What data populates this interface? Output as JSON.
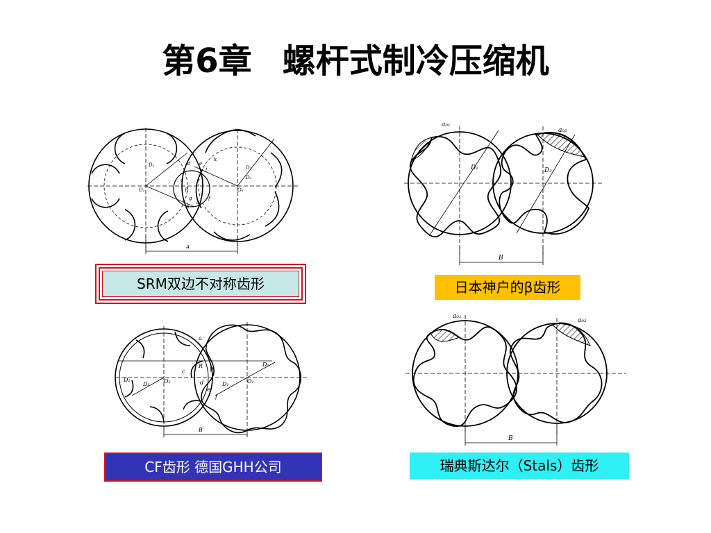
{
  "slide": {
    "title_chapter": "第6章",
    "title_topic": "螺杆式制冷压缩机"
  },
  "figures": [
    {
      "caption": "SRM双边不对称齿形",
      "caption_bg": "#c6e8e8",
      "caption_border": "#d0121b",
      "labels": [
        "D₂",
        "O₂",
        "d",
        "e",
        "j",
        "k",
        "c",
        "R",
        "g",
        "a",
        "f",
        "b",
        "D₁",
        "D₀",
        "O₁",
        "A"
      ]
    },
    {
      "caption": "日本神户的β齿形",
      "caption_bg": "#ffc000",
      "labels": [
        "a₀₁",
        "a₀₂",
        "D₁",
        "D₂",
        "B"
      ]
    },
    {
      "caption": "CF齿形  德国GHH公司",
      "caption_bg": "#3333b5",
      "caption_color": "#ffffff",
      "labels": [
        "a",
        "R",
        "p",
        "c",
        "D₂",
        "D₂",
        "O₂",
        "d",
        "e",
        "f",
        "D₁",
        "D₁",
        "O₁",
        "B"
      ]
    },
    {
      "caption": "瑞典斯达尔（Stals）齿形",
      "caption_bg": "#2ef0f5",
      "labels": [
        "a₀₁",
        "a₀₂",
        "B"
      ]
    }
  ]
}
